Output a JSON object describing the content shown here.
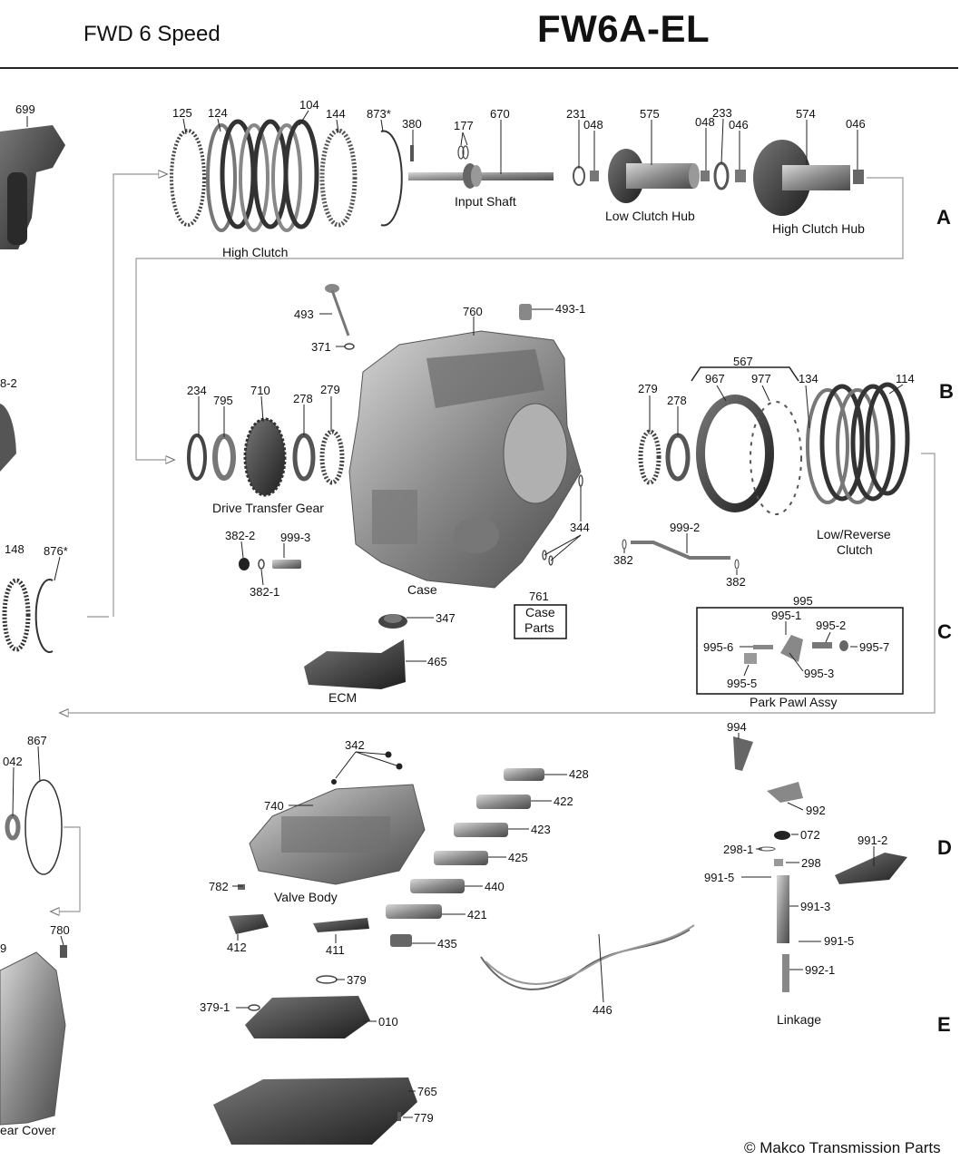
{
  "header": {
    "subtitle": "FWD 6 Speed",
    "title": "FW6A-EL"
  },
  "rows": [
    "A",
    "B",
    "C",
    "D",
    "E"
  ],
  "captions": {
    "high_clutch": "High Clutch",
    "input_shaft": "Input Shaft",
    "low_clutch_hub": "Low Clutch Hub",
    "high_clutch_hub": "High Clutch Hub",
    "drive_transfer_gear": "Drive Transfer Gear",
    "case": "Case",
    "case_parts_1": "Case",
    "case_parts_2": "Parts",
    "low_reverse_1": "Low/Reverse",
    "low_reverse_2": "Clutch",
    "park_pawl": "Park Pawl Assy",
    "ecm": "ECM",
    "valve_body": "Valve Body",
    "linkage": "Linkage",
    "rear_cover_partial": "ear Cover"
  },
  "part_numbers": {
    "p699": "699",
    "p125": "125",
    "p124": "124",
    "p104": "104",
    "p144": "144",
    "p873": "873*",
    "p380": "380",
    "p177": "177",
    "p670": "670",
    "p231": "231",
    "p048a": "048",
    "p575": "575",
    "p048b": "048",
    "p233": "233",
    "p046a": "046",
    "p574": "574",
    "p046b": "046",
    "p493": "493",
    "p371": "371",
    "p760": "760",
    "p4931": "493-1",
    "p234": "234",
    "p795": "795",
    "p710": "710",
    "p278a": "278",
    "p279a": "279",
    "p82": "8-2",
    "p567": "567",
    "p967": "967",
    "p977": "977",
    "p134": "134",
    "p114": "114",
    "p279b": "279",
    "p278b": "278",
    "p3822": "382-2",
    "p9993": "999-3",
    "p3821": "382-1",
    "p148": "148",
    "p876": "876*",
    "p344": "344",
    "p9992": "999-2",
    "p382a": "382",
    "p382b": "382",
    "p761": "761",
    "p347": "347",
    "p465": "465",
    "p995": "995",
    "p9951": "995-1",
    "p9952": "995-2",
    "p9956": "995-6",
    "p9957": "995-7",
    "p9953": "995-3",
    "p9955": "995-5",
    "p867": "867",
    "p042": "042",
    "p342": "342",
    "p428": "428",
    "p422": "422",
    "p423": "423",
    "p425": "425",
    "p440": "440",
    "p421": "421",
    "p435": "435",
    "p740": "740",
    "p782": "782",
    "p412": "412",
    "p411": "411",
    "p994": "994",
    "p992": "992",
    "p072": "072",
    "p2981": "298-1",
    "p298": "298",
    "p9915a": "991-5",
    "p9913": "991-3",
    "p9915b": "991-5",
    "p9921": "992-1",
    "p9912": "991-2",
    "p780": "780",
    "p9": "9",
    "p379": "379",
    "p3791": "379-1",
    "p010": "010",
    "p446": "446",
    "p765": "765",
    "p779": "779"
  },
  "footer": {
    "copyright": "© Makco Transmission Parts"
  },
  "colors": {
    "ink": "#111111",
    "flow_line": "#888888",
    "part_dark": "#3a3a3a",
    "part_mid": "#8a8a8a",
    "part_light": "#c8c8c8"
  }
}
